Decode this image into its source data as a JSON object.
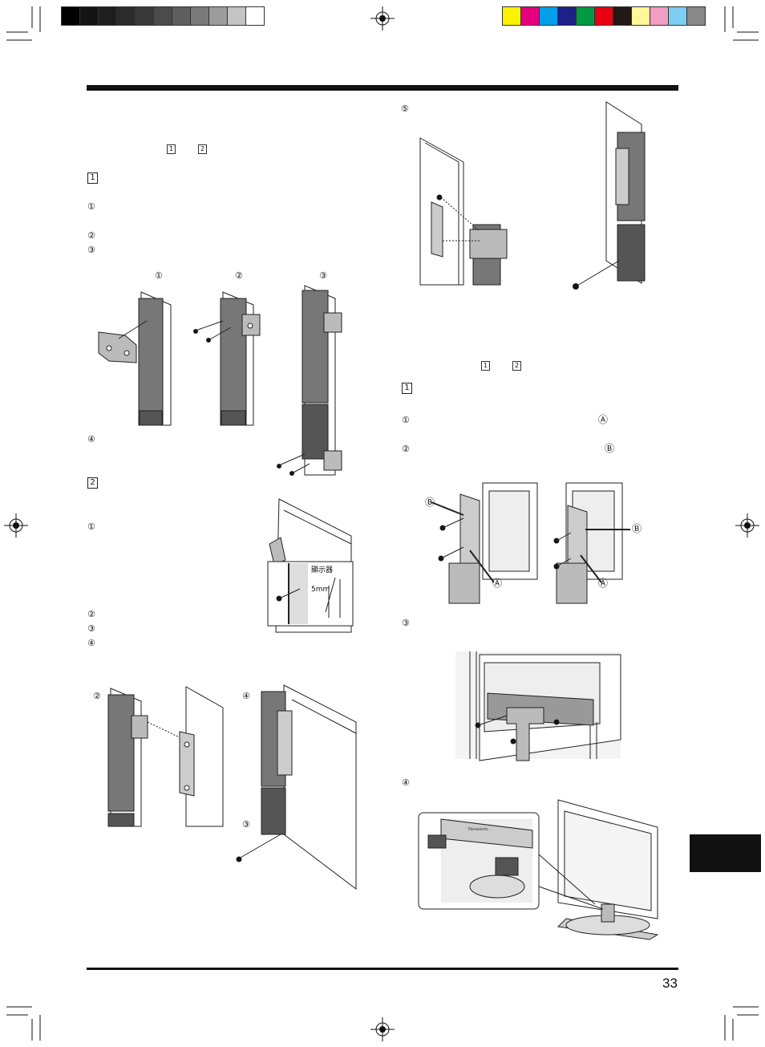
{
  "page": {
    "number": "33"
  },
  "color_bar": {
    "grays": [
      "#000000",
      "#141414",
      "#1e1e1e",
      "#2b2b2b",
      "#393939",
      "#4b4b4b",
      "#5f5f5f",
      "#7a7a7a",
      "#9c9c9c",
      "#c4c4c4",
      "#ffffff"
    ],
    "colors": [
      "#fff200",
      "#e6007e",
      "#00a0e9",
      "#1d2088",
      "#009944",
      "#e60012",
      "#231815",
      "#fff799",
      "#f19ec2",
      "#7ecef4",
      "#898989"
    ]
  },
  "left": {
    "ref_box_1": "1",
    "ref_box_2": "2",
    "section_1_box": "1",
    "steps_s1": [
      "①",
      "②",
      "③"
    ],
    "fig1_labels": [
      "①",
      "②",
      "③"
    ],
    "step_4": "④",
    "section_2_box": "2",
    "steps_s2": [
      "①",
      "②",
      "③",
      "④"
    ],
    "inset_label_display": "顯示器",
    "inset_label_distance": "5mm",
    "fig3_labels": [
      "②",
      "④",
      "③"
    ]
  },
  "right": {
    "step_5": "⑤",
    "ref_box_1": "1",
    "ref_box_2": "2",
    "section_1_box": "1",
    "step_1": "①",
    "step_1_mark": "Ⓐ",
    "step_2": "②",
    "step_2_mark": "Ⓑ",
    "fig_callouts": [
      "Ⓑ",
      "Ⓐ",
      "Ⓑ",
      "Ⓐ"
    ],
    "step_3": "③",
    "step_4": "④",
    "tv_brand": "Panasonic"
  }
}
